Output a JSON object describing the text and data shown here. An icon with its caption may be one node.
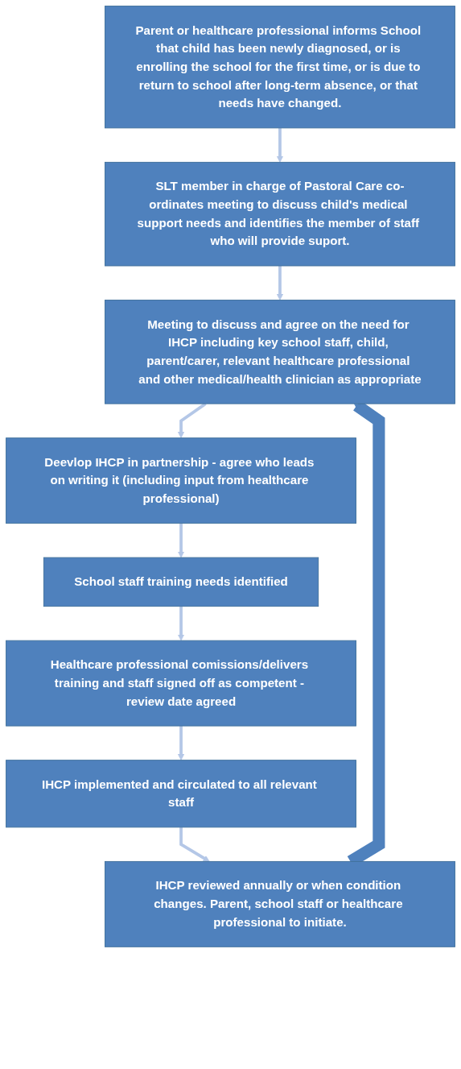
{
  "diagram": {
    "nodes": [
      {
        "text": [
          "Parent or healthcare professional informs School that child has been newly diagnosed, or is enrolling the school for the first time, or is due to return to school after long-term absence, or that needs have changed."
        ]
      },
      {
        "text": [
          "SLT member in charge of Pastoral Care co-ordinates meeting to discuss child's medical support needs and identifies the member of staff who will provide suport."
        ]
      },
      {
        "text": [
          "Meeting to discuss and agree on the need for IHCP including key school staff, child, parent/carer, relevant healthcare professional and other medical/health clinician as appropriate"
        ]
      },
      {
        "text": [
          "Deevlop IHCP in partnership - agree who leads on writing it (including input from healthcare professional)"
        ]
      },
      {
        "text": [
          "School staff training needs identified"
        ]
      },
      {
        "text": [
          "Healthcare professional comissions/delivers training and staff signed off as competent - review date agreed"
        ]
      },
      {
        "text": [
          "IHCP implemented and circulated to all relevant staff"
        ]
      },
      {
        "text": [
          "IHCP reviewed annually or when condition changes. Parent, school staff or healthcare professional to initiate."
        ]
      }
    ],
    "edges": [
      {
        "from": 0,
        "to": 1,
        "arrow": "to"
      },
      {
        "from": 1,
        "to": 2,
        "arrow": "to"
      },
      {
        "from": 2,
        "to": 3,
        "arrow": "to"
      },
      {
        "from": 3,
        "to": 4,
        "arrow": "to"
      },
      {
        "from": 4,
        "to": 5,
        "arrow": "to"
      },
      {
        "from": 5,
        "to": 6,
        "arrow": "to"
      },
      {
        "from": 6,
        "to": 7,
        "arrow": "to"
      },
      {
        "from": 7,
        "to": 2,
        "arrow": "to",
        "style": "thick",
        "color": "#4f81bd"
      }
    ]
  }
}
